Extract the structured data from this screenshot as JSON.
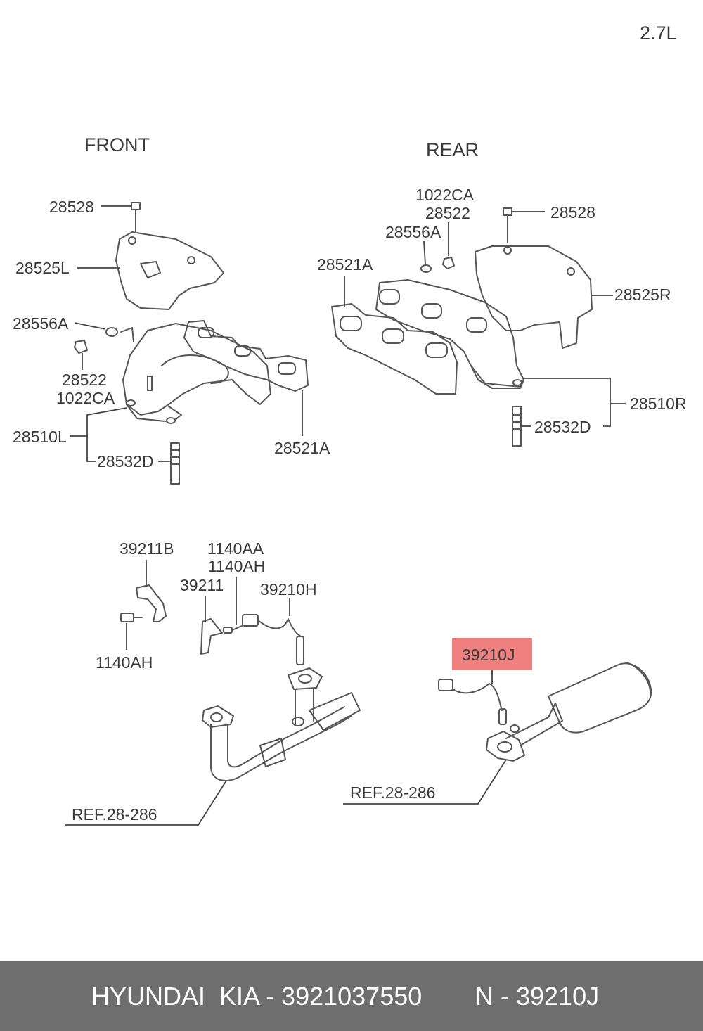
{
  "engine": "2.7L",
  "sections": {
    "front": "FRONT",
    "rear": "REAR"
  },
  "labels": {
    "front_28528": "28528",
    "front_28525L": "28525L",
    "front_28556A": "28556A",
    "front_28522": "28522",
    "front_1022CA": "1022CA",
    "front_28510L": "28510L",
    "front_28532D": "28532D",
    "front_28521A": "28521A",
    "rear_1022CA": "1022CA",
    "rear_28522": "28522",
    "rear_28528": "28528",
    "rear_28556A": "28556A",
    "rear_28521A": "28521A",
    "rear_28525R": "28525R",
    "rear_28510R": "28510R",
    "rear_28532D": "28532D",
    "s_39211B": "39211B",
    "s_1140AA": "1140AA",
    "s_1140AH_top": "1140AH",
    "s_39211": "39211",
    "s_39210H": "39210H",
    "s_1140AH_bottom": "1140AH",
    "s_ref_left": "REF.28-286",
    "s_ref_right": "REF.28-286",
    "s_39210J": "39210J"
  },
  "highlight": {
    "part": "39210J",
    "color": "#f08080"
  },
  "footer": {
    "brand_part": "HYUNDAI  KIA - 3921037550",
    "code": "N - 39210J",
    "background": "#6e6e6e"
  }
}
